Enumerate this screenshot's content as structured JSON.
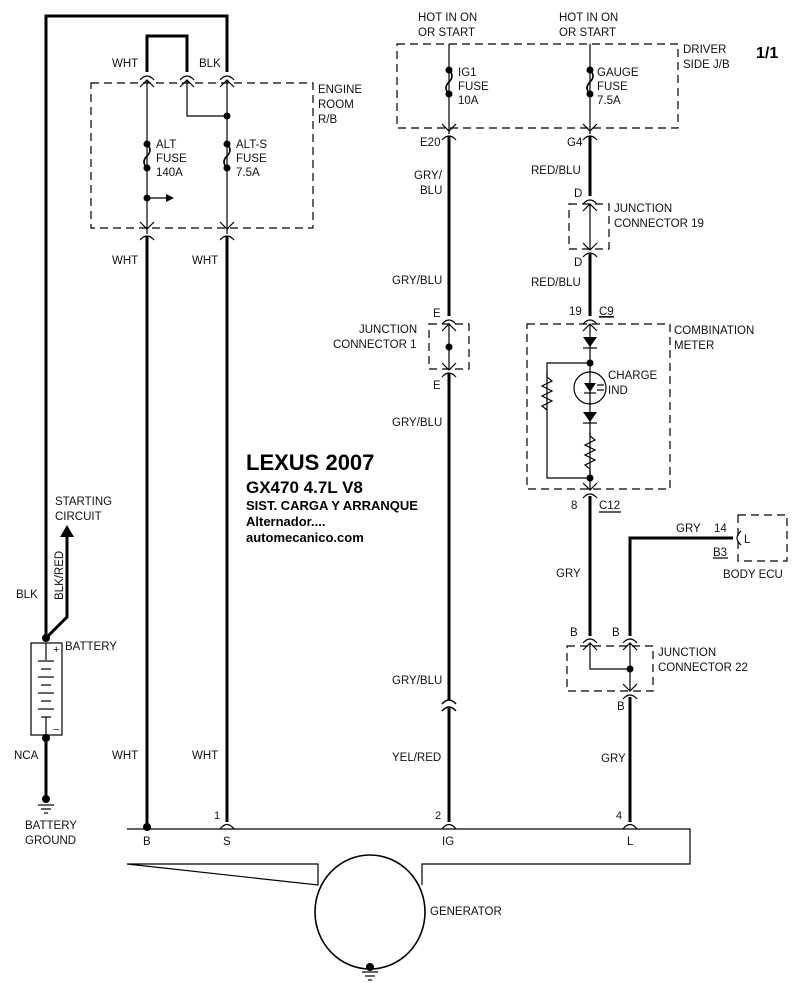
{
  "page_number": "1/1",
  "title": {
    "make_year": "LEXUS 2007",
    "model": "GX470  4.7L  V8",
    "system": "SIST. CARGA Y ARRANQUE",
    "component": "Alternador....",
    "website": "automecanico.com"
  },
  "engine_room_rb": {
    "label_lines": [
      "ENGINE",
      "ROOM",
      "R/B"
    ],
    "wire_top_left": "WHT",
    "wire_top_right": "BLK",
    "alt_fuse": [
      "ALT",
      "FUSE",
      "140A"
    ],
    "alts_fuse": [
      "ALT-S",
      "FUSE",
      "7.5A"
    ],
    "wire_out_left": "WHT",
    "wire_out_right": "WHT"
  },
  "driver_side_jb": {
    "label_lines": [
      "DRIVER",
      "SIDE J/B"
    ],
    "supply_left": [
      "HOT IN ON",
      "OR START"
    ],
    "supply_right": [
      "HOT IN ON",
      "OR START"
    ],
    "ig1_fuse": [
      "IG1",
      "FUSE",
      "10A"
    ],
    "gauge_fuse": [
      "GAUGE",
      "FUSE",
      "7.5A"
    ],
    "connector_left": "E20",
    "connector_right": "G4"
  },
  "wires": {
    "ig_top": [
      "GRY/",
      "BLU"
    ],
    "ig_mid1": "GRY/BLU",
    "ig_mid2": "GRY/BLU",
    "ig_mid3": "GRY/BLU",
    "ig_bottom": "YEL/RED",
    "gauge_top": "RED/BLU",
    "gauge_mid": "RED/BLU",
    "meter_out": "GRY",
    "ecu_wire": "GRY",
    "l_bottom": "GRY",
    "b_lower": "WHT",
    "s_lower": "WHT",
    "battery_pos": "BLK",
    "starting": "BLK/RED",
    "battery_neg": "NCA"
  },
  "junction_connector_19": {
    "label_lines": [
      "JUNCTION",
      "CONNECTOR 19"
    ],
    "pin_top": "D",
    "pin_bottom": "D"
  },
  "junction_connector_1": {
    "label_lines": [
      "JUNCTION",
      "CONNECTOR 1"
    ],
    "pin_top": "E",
    "pin_bottom": "E"
  },
  "combination_meter": {
    "label_lines": [
      "COMBINATION",
      "METER"
    ],
    "pin_in": "19",
    "conn_in": "C9",
    "pin_out": "8",
    "conn_out": "C12",
    "indicator": [
      "CHARGE",
      "IND"
    ]
  },
  "body_ecu": {
    "label": "BODY ECU",
    "pin": "14",
    "connector": "B3",
    "terminal": "L"
  },
  "junction_connector_22": {
    "label_lines": [
      "JUNCTION",
      "CONNECTOR 22"
    ],
    "pin_top_left": "B",
    "pin_top_right": "B",
    "pin_bottom": "B"
  },
  "starting_circuit": [
    "STARTING",
    "CIRCUIT"
  ],
  "battery": {
    "label": "BATTERY",
    "plus": "+",
    "minus": "−"
  },
  "battery_ground": [
    "BATTERY",
    "GROUND"
  ],
  "generator": {
    "label": "GENERATOR",
    "terminals": [
      "B",
      "S",
      "IG",
      "L"
    ],
    "pins": {
      "S": "1",
      "IG": "2",
      "L": "4"
    }
  }
}
